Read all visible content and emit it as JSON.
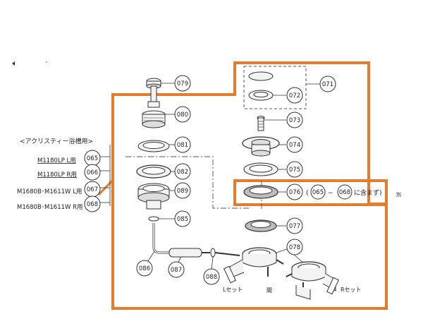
{
  "colors": {
    "orange": "#E57C2B",
    "line": "#333333",
    "part_fill": "#f3f3f3",
    "part_dark": "#bdbdbd"
  },
  "diagram": {
    "callouts": [
      {
        "id": "079",
        "label": "079"
      },
      {
        "id": "080",
        "label": "080"
      },
      {
        "id": "081",
        "label": "081"
      },
      {
        "id": "082",
        "label": "082"
      },
      {
        "id": "089",
        "label": "089"
      },
      {
        "id": "085",
        "label": "085"
      },
      {
        "id": "086",
        "label": "086"
      },
      {
        "id": "087",
        "label": "087"
      },
      {
        "id": "088",
        "label": "088"
      },
      {
        "id": "071",
        "label": "071"
      },
      {
        "id": "072",
        "label": "072"
      },
      {
        "id": "073",
        "label": "073"
      },
      {
        "id": "074",
        "label": "074"
      },
      {
        "id": "075",
        "label": "075"
      },
      {
        "id": "076",
        "label": "076"
      },
      {
        "id": "077",
        "label": "077"
      },
      {
        "id": "078",
        "label": "078"
      },
      {
        "id": "065",
        "label": "065"
      },
      {
        "id": "066",
        "label": "066"
      },
      {
        "id": "067",
        "label": "067"
      },
      {
        "id": "068",
        "label": "068"
      }
    ],
    "group_title": "<アクリスティー浴槽用>",
    "models": [
      {
        "text": "M1180LP L用"
      },
      {
        "text": "M1180LP R用"
      },
      {
        "text": "M1680B･M1611W L用"
      },
      {
        "text": "M1680B･M1611W R用"
      }
    ],
    "note": {
      "open": "(",
      "from": "065",
      "tilde": "~",
      "to": "068",
      "suffix": "に含まず)",
      "extra": "別"
    },
    "set_labels": {
      "left": "Lセット",
      "right": "Rセット",
      "middle": "間"
    }
  }
}
